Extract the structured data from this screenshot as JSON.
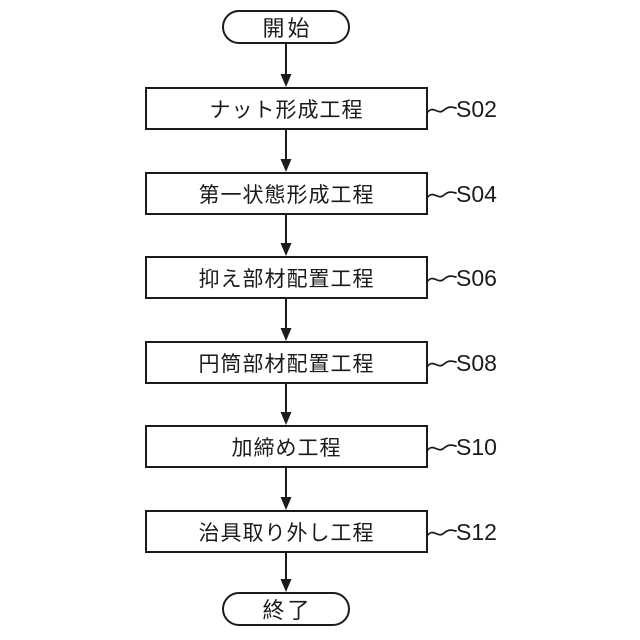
{
  "figure": {
    "type": "flowchart",
    "start_label": "開始",
    "end_label": "終了",
    "steps": [
      {
        "label": "ナット形成工程",
        "code": "S02"
      },
      {
        "label": "第一状態形成工程",
        "code": "S04"
      },
      {
        "label": "抑え部材配置工程",
        "code": "S06"
      },
      {
        "label": "円筒部材配置工程",
        "code": "S08"
      },
      {
        "label": "加締め工程",
        "code": "S10"
      },
      {
        "label": "治具取り外し工程",
        "code": "S12"
      }
    ],
    "colors": {
      "line": "#1b1b1b",
      "background": "#ffffff"
    }
  }
}
